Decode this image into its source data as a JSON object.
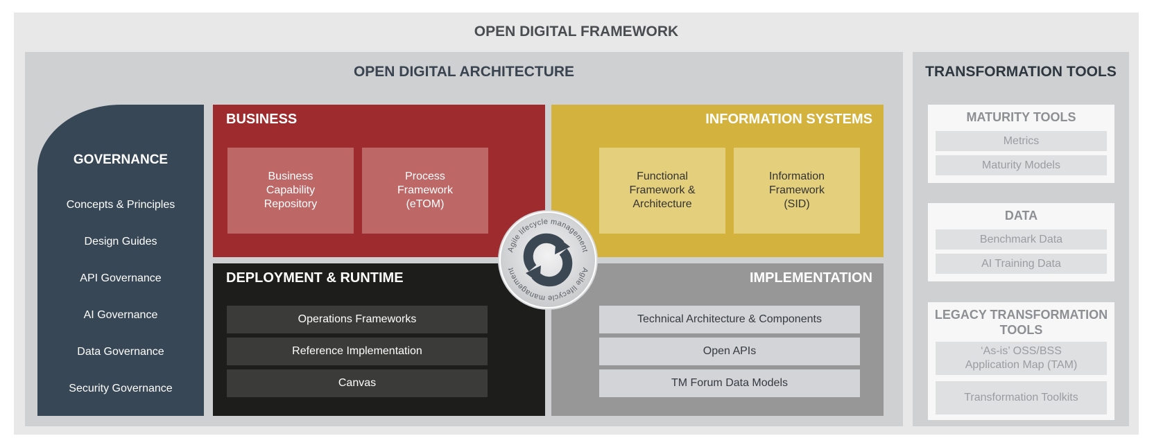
{
  "framework_title": "OPEN DIGITAL FRAMEWORK",
  "oda_title": "OPEN DIGITAL ARCHITECTURE",
  "governance": {
    "title": "GOVERNANCE",
    "items": [
      "Concepts & Principles",
      "Design Guides",
      "API Governance",
      "AI Governance",
      "Data Governance",
      "Security Governance"
    ]
  },
  "business": {
    "title": "BUSINESS",
    "tiles": [
      "Business\nCapability\nRepository",
      "Process\nFramework\n(eTOM)"
    ]
  },
  "information_systems": {
    "title": "INFORMATION SYSTEMS",
    "tiles": [
      "Functional\nFramework &\nArchitecture",
      "Information\nFramework\n(SID)"
    ]
  },
  "deployment": {
    "title": "DEPLOYMENT & RUNTIME",
    "items": [
      "Operations Frameworks",
      "Reference Implementation",
      "Canvas"
    ]
  },
  "implementation": {
    "title": "IMPLEMENTATION",
    "items": [
      "Technical Architecture & Components",
      "Open APIs",
      "TM Forum Data Models"
    ]
  },
  "agile_badge": {
    "text": "Agile lifecycle management",
    "icon": "refresh-cycle-icon"
  },
  "transformation_tools": {
    "title": "TRANSFORMATION TOOLS",
    "maturity": {
      "title": "MATURITY TOOLS",
      "items": [
        "Metrics",
        "Maturity Models"
      ]
    },
    "data": {
      "title": "DATA",
      "items": [
        "Benchmark Data",
        "AI Training Data"
      ]
    },
    "legacy": {
      "title": "LEGACY TRANSFORMATION\nTOOLS",
      "items": [
        "‘As-is’ OSS/BSS\nApplication Map (TAM)",
        "Transformation Toolkits"
      ]
    }
  },
  "colors": {
    "business": "#9e2c2e",
    "information_systems": "#d3b33e",
    "deployment": "#1d1d1b",
    "implementation": "#969796",
    "governance": "#374755"
  }
}
